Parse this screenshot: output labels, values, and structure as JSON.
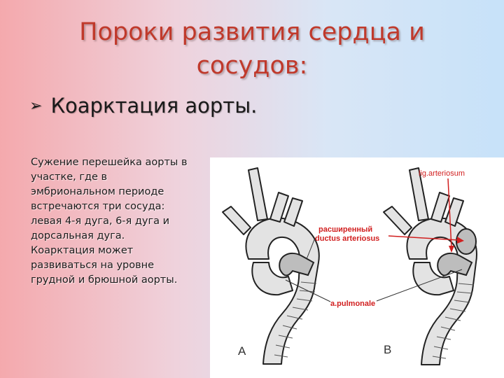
{
  "slide": {
    "title_line1": "Пороки развития сердца и",
    "title_line2": "сосудов:",
    "bullet_symbol": "➢",
    "bullet_text": "Коарктация аорты.",
    "body_text": "Сужение перешейка аорты в\nучастке, где в\nэмбриональном периоде\nвстречаются три сосуда:\nлевая 4-я дуга, 6-я дуга и\nдорсальная дуга.\nКоарктация может\nразвиваться на уровне\nгрудной и брюшной аорты."
  },
  "figure": {
    "label_lig": "lig.arteriosum",
    "label_ductus_1": "расширенный",
    "label_ductus_2": "ductus arteriosus",
    "label_pulmonale": "a.pulmonale",
    "letter_a": "А",
    "letter_b": "В"
  },
  "colors": {
    "title": "#c0392b",
    "figure_labels": "#d11f1f",
    "bg_left": "#f4a9ad",
    "bg_right": "#c7e2f9"
  }
}
